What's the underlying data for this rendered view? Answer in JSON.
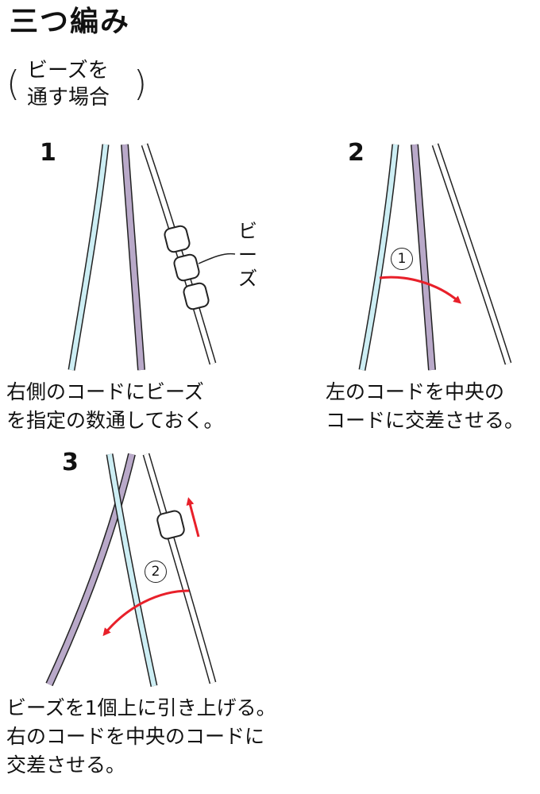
{
  "title": "三つ編み",
  "subtitle": {
    "line1": "ビーズを",
    "line2": "通す場合"
  },
  "steps": [
    {
      "number": "1",
      "caption_line1": "右側のコードにビーズ",
      "caption_line2": "を指定の数通しておく。"
    },
    {
      "number": "2",
      "caption_line1": "左のコードを中央の",
      "caption_line2": "コードに交差させる。"
    },
    {
      "number": "3",
      "caption_line1": "ビーズを1個上に引き上げる。",
      "caption_line2": "右のコードを中央のコードに",
      "caption_line3": "交差させる。"
    }
  ],
  "bead_label": {
    "line1": "ビー",
    "line2": "ズ"
  },
  "markers": {
    "step2": "1",
    "step3": "2"
  },
  "colors": {
    "cord_blue": "#cdeef4",
    "cord_purple": "#b9a9c9",
    "cord_white": "#ffffff",
    "outline": "#222222",
    "arrow_red": "#e8202a"
  }
}
